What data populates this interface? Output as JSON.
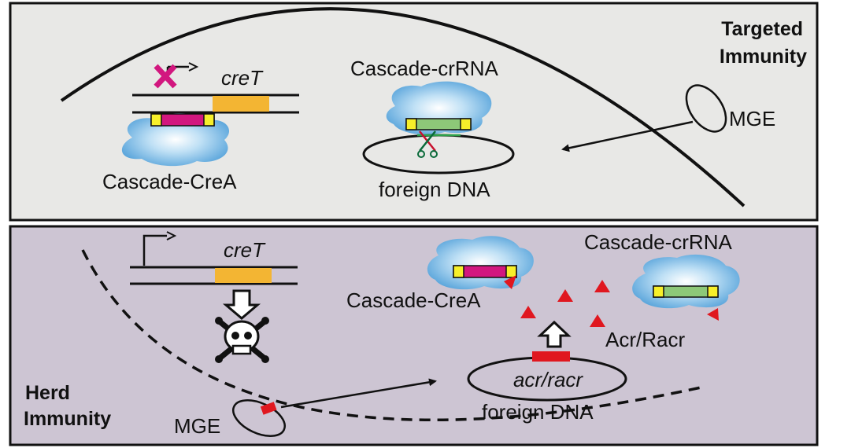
{
  "colors": {
    "top_panel_bg": "#e8e8e6",
    "bottom_panel_bg": "#cdc5d3",
    "gene_orange": "#f3b533",
    "crea_magenta": "#d2177f",
    "crrna_green": "#8dc878",
    "spacer_yellow": "#f7ef2a",
    "acr_red": "#e0171f",
    "cascade_blue": "#6fb4e3"
  },
  "top_panel": {
    "title_line1": "Targeted",
    "title_line2": "Immunity",
    "gene_label": "creT",
    "complex_crea_label": "Cascade-CreA",
    "complex_crrna_label": "Cascade-crRNA",
    "foreign_dna_label": "foreign DNA",
    "mge_label": "MGE",
    "icons": [
      "x-mark-icon",
      "scissors-icon",
      "promoter-arrow-icon"
    ]
  },
  "bottom_panel": {
    "title_line1": "Herd",
    "title_line2": "Immunity",
    "gene_label": "creT",
    "complex_crea_label": "Cascade-CreA",
    "complex_crrna_label": "Cascade-crRNA",
    "acr_label": "Acr/Racr",
    "acr_gene_label": "acr/racr",
    "foreign_dna_label": "foreign DNA",
    "mge_label": "MGE",
    "icons": [
      "skull-crossbones-icon",
      "hollow-down-arrow-icon",
      "hollow-up-arrow-icon",
      "promoter-arrow-icon"
    ]
  }
}
